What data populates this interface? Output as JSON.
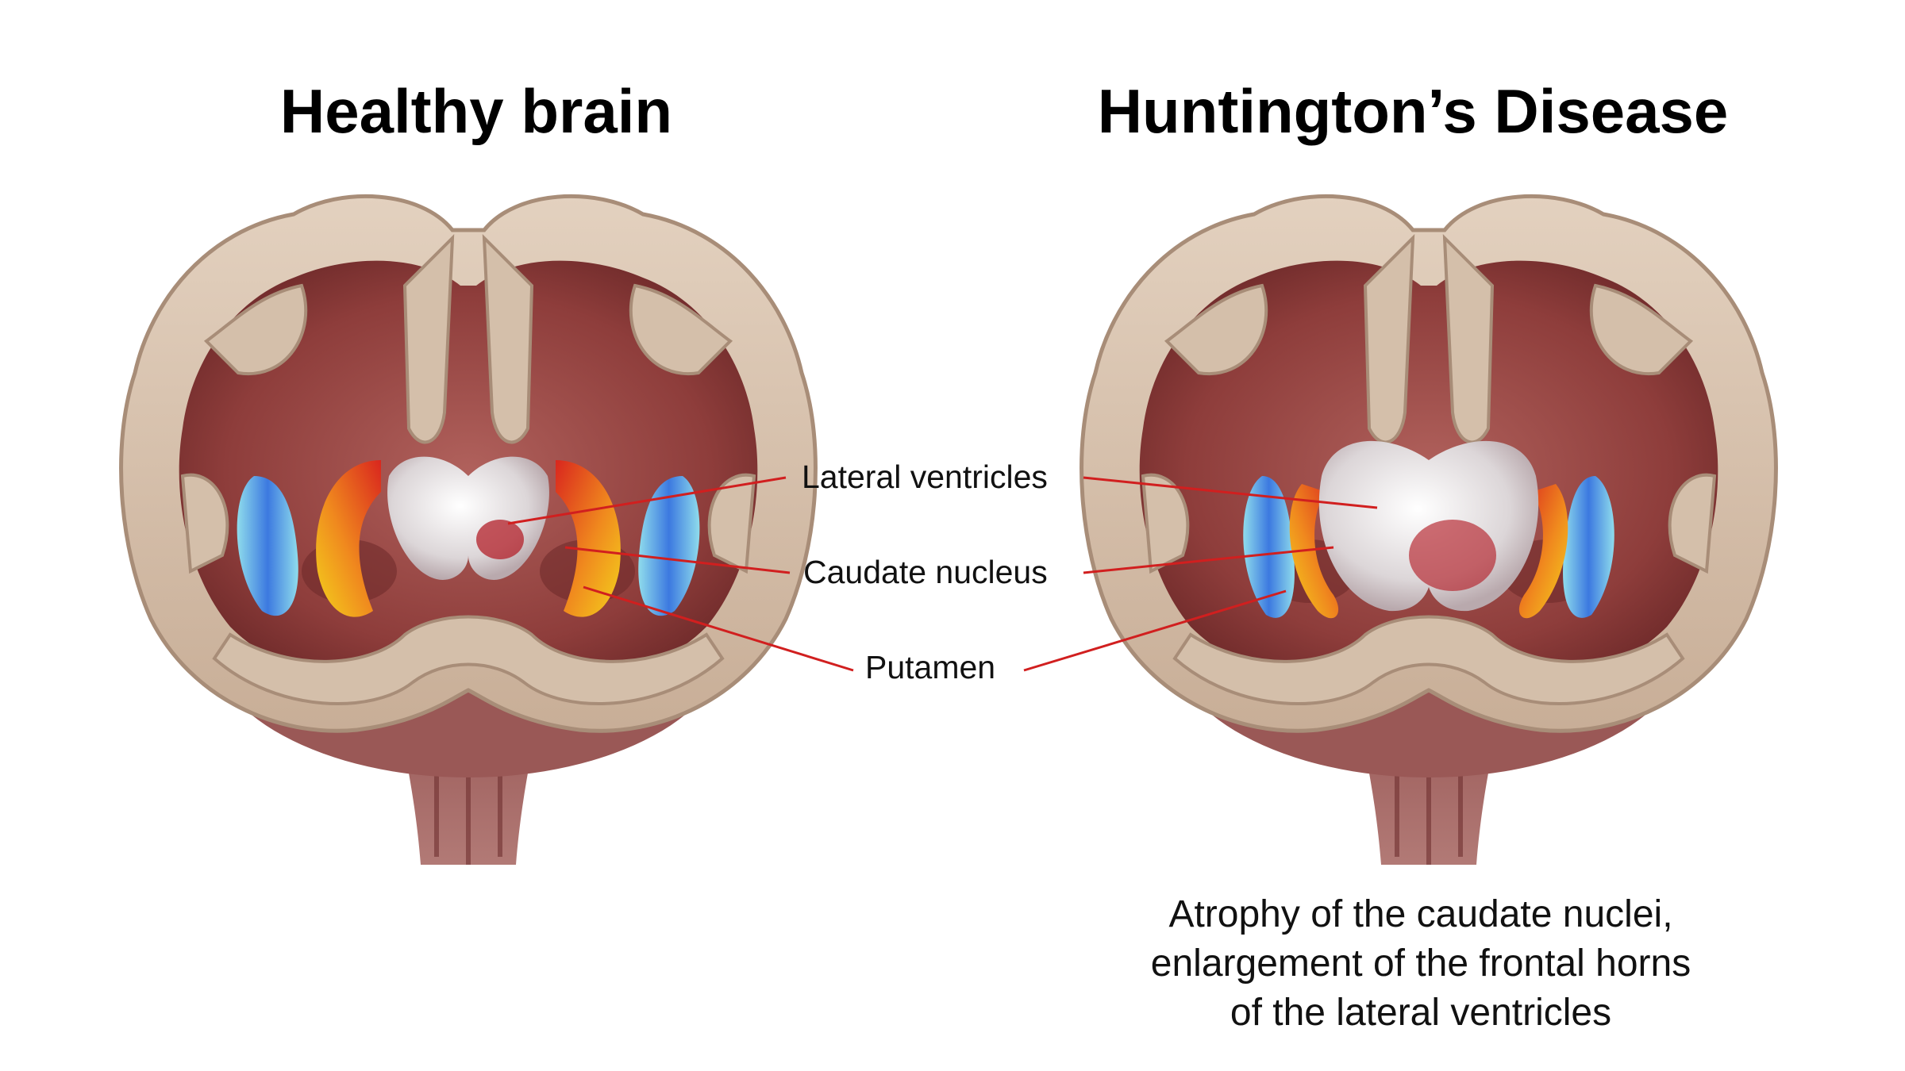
{
  "titles": {
    "left": "Healthy brain",
    "right": "Huntington’s Disease"
  },
  "labels": {
    "lateral_ventricles": "Lateral ventricles",
    "caudate_nucleus": "Caudate nucleus",
    "putamen": "Putamen"
  },
  "caption": {
    "line1": "Atrophy of the caudate nuclei,",
    "line2": "enlargement of the frontal horns",
    "line3": "of the lateral ventricles"
  },
  "colors": {
    "cortex": "#d8c4b0",
    "cortex_shadow": "#b9a08a",
    "interior": "#a8524e",
    "deep_interior": "#7a2a2a",
    "ventricle": "#ece9ea",
    "caudate_hot": "#e8522a",
    "caudate_warm": "#f2b21e",
    "putamen_blue": "#3f7fe0",
    "putamen_cyan": "#7fd0e8",
    "brainstem": "#9c5a58",
    "leader_line": "#d11f1f"
  }
}
